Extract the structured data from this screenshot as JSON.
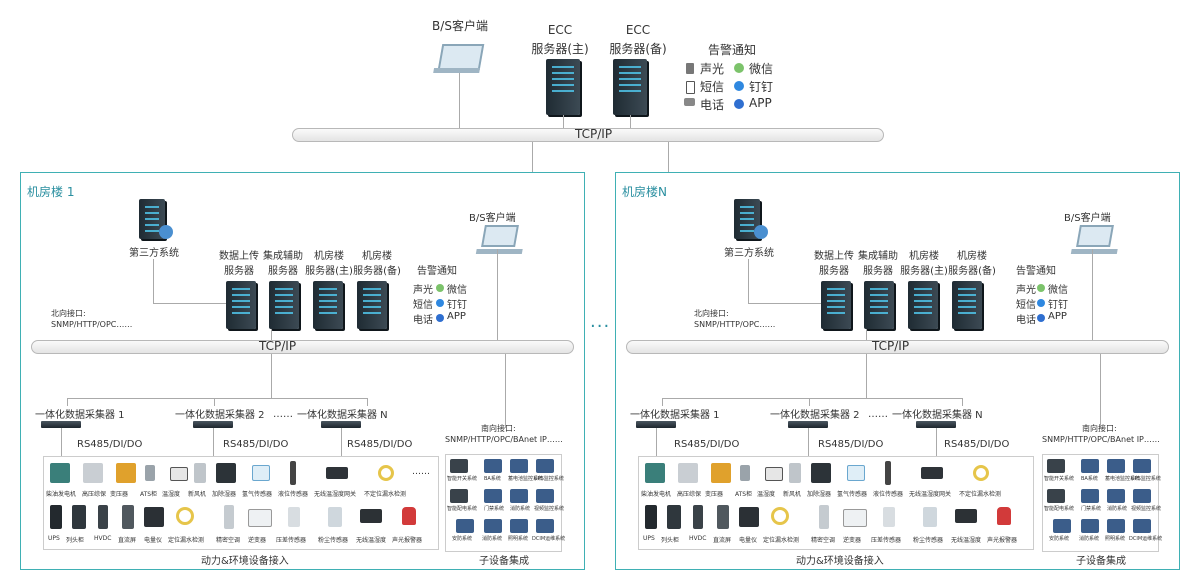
{
  "top": {
    "bs_client": "B/S客户端",
    "ecc_main": [
      "ECC",
      "服务器(主)"
    ],
    "ecc_backup": [
      "ECC",
      "服务器(备)"
    ],
    "alert_title": "告警通知",
    "alerts_left": [
      "声光",
      "短信",
      "电话"
    ],
    "alerts_right": [
      "微信",
      "钉钉",
      "APP"
    ],
    "tcpip": "TCP/IP"
  },
  "ellipsis_between": "···",
  "buildings": [
    {
      "title": "机房楼 1",
      "third_party": "第三方系统",
      "bs_client": "B/S客户端",
      "servers": [
        [
          "数据上传",
          "服务器"
        ],
        [
          "集成辅助",
          "服务器"
        ],
        [
          "机房楼",
          "服务器(主)"
        ],
        [
          "机房楼",
          "服务器(备)"
        ]
      ],
      "alert_title": "告警通知",
      "alerts_left": [
        "声光",
        "短信",
        "电话"
      ],
      "alerts_right": [
        "微信",
        "钉钉",
        "APP"
      ],
      "north": [
        "北向接口:",
        "SNMP/HTTP/OPC……"
      ],
      "tcpip": "TCP/IP",
      "collectors": [
        "一体化数据采集器 1",
        "一体化数据采集器 2",
        "……",
        "一体化数据采集器 N"
      ],
      "rs485": [
        "RS485/DI/DO",
        "RS485/DI/DO",
        "RS485/DI/DO"
      ],
      "south": [
        "南向接口:",
        "SNMP/HTTP/OPC/BAnet IP……"
      ],
      "devices_row1": [
        "柴油发电机",
        "高压综保",
        "变压器",
        "ATS柜",
        "温湿度",
        "新风机",
        "加除湿器",
        "氢气传感器",
        "液位传感器",
        "无线温湿度网关",
        "不定位漏水检测"
      ],
      "devices_row2": [
        "UPS",
        "列头柜",
        "HVDC",
        "直流屏",
        "电量仪",
        "定位漏水检测",
        "精密空调",
        "逆变器",
        "压差传感器",
        "粉尘传感器",
        "无线温湿度",
        "声光报警器"
      ],
      "more": "……",
      "sub_items": [
        "智能开关系统",
        "BA系统",
        "蓄电池监控系统",
        "UPS监控系统",
        "智能配电系统",
        "门禁系统",
        "消防系统",
        "视频监控系统",
        "安防系统",
        "消防系统",
        "照明系统",
        "DCIM运维系统"
      ],
      "power_env": "动力&环境设备接入",
      "sub_integration": "子设备集成"
    },
    {
      "title": "机房楼N",
      "third_party": "第三方系统",
      "bs_client": "B/S客户端",
      "servers": [
        [
          "数据上传",
          "服务器"
        ],
        [
          "集成辅助",
          "服务器"
        ],
        [
          "机房楼",
          "服务器(主)"
        ],
        [
          "机房楼",
          "服务器(备)"
        ]
      ],
      "alert_title": "告警通知",
      "alerts_left": [
        "声光",
        "短信",
        "电话"
      ],
      "alerts_right": [
        "微信",
        "钉钉",
        "APP"
      ],
      "north": [
        "北向接口:",
        "SNMP/HTTP/OPC……"
      ],
      "tcpip": "TCP/IP",
      "collectors": [
        "一体化数据采集器 1",
        "一体化数据采集器 2",
        "……",
        "一体化数据采集器 N"
      ],
      "rs485": [
        "RS485/DI/DO",
        "RS485/DI/DO",
        "RS485/DI/DO"
      ],
      "south": [
        "南向接口:",
        "SNMP/HTTP/OPC/BAnet IP……"
      ],
      "devices_row1": [
        "柴油发电机",
        "高压综保",
        "变压器",
        "ATS柜",
        "温湿度",
        "新风机",
        "加除湿器",
        "氢气传感器",
        "液位传感器",
        "无线温湿度网关",
        "不定位漏水检测"
      ],
      "devices_row2": [
        "UPS",
        "列头柜",
        "HVDC",
        "直流屏",
        "电量仪",
        "定位漏水检测",
        "精密空调",
        "逆变器",
        "压差传感器",
        "粉尘传感器",
        "无线温湿度",
        "声光报警器"
      ],
      "more": "……",
      "sub_items": [
        "智能开关系统",
        "BA系统",
        "蓄电池监控系统",
        "UPS监控系统",
        "智能配电系统",
        "门禁系统",
        "消防系统",
        "视频监控系统",
        "安防系统",
        "消防系统",
        "照明系统",
        "DCIM运维系统"
      ],
      "power_env": "动力&环境设备接入",
      "sub_integration": "子设备集成"
    }
  ],
  "colors": {
    "frame": "#3fb0b4",
    "accent": "#2a8fa0",
    "server": "#26323b",
    "led": "#4fc3e8"
  }
}
